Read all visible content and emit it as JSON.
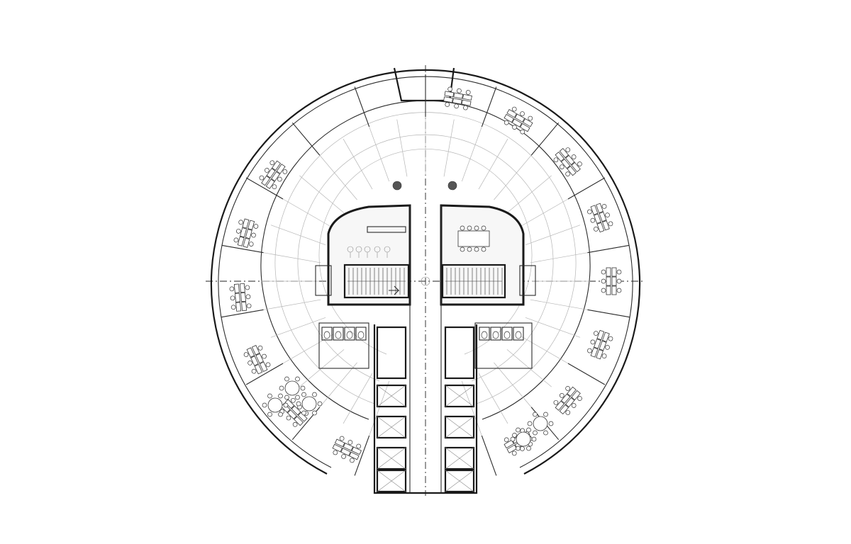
{
  "drawing": {
    "kind": "architectural-floor-plan",
    "shape": "circular tower floor with central core and southern service wing",
    "colors": {
      "line": "#1a1a1a",
      "background": "#ffffff",
      "grid": "#b5b5b5"
    },
    "elements": [
      "outer-curtain-wall",
      "office-ring",
      "circulation-ring",
      "central-core",
      "stair-west",
      "stair-east",
      "meeting-room",
      "toilets-west",
      "toilets-east",
      "elevator-shafts",
      "central-corridor",
      "entrance-notch",
      "axis-lines",
      "workstation-clusters",
      "round-tables"
    ]
  }
}
